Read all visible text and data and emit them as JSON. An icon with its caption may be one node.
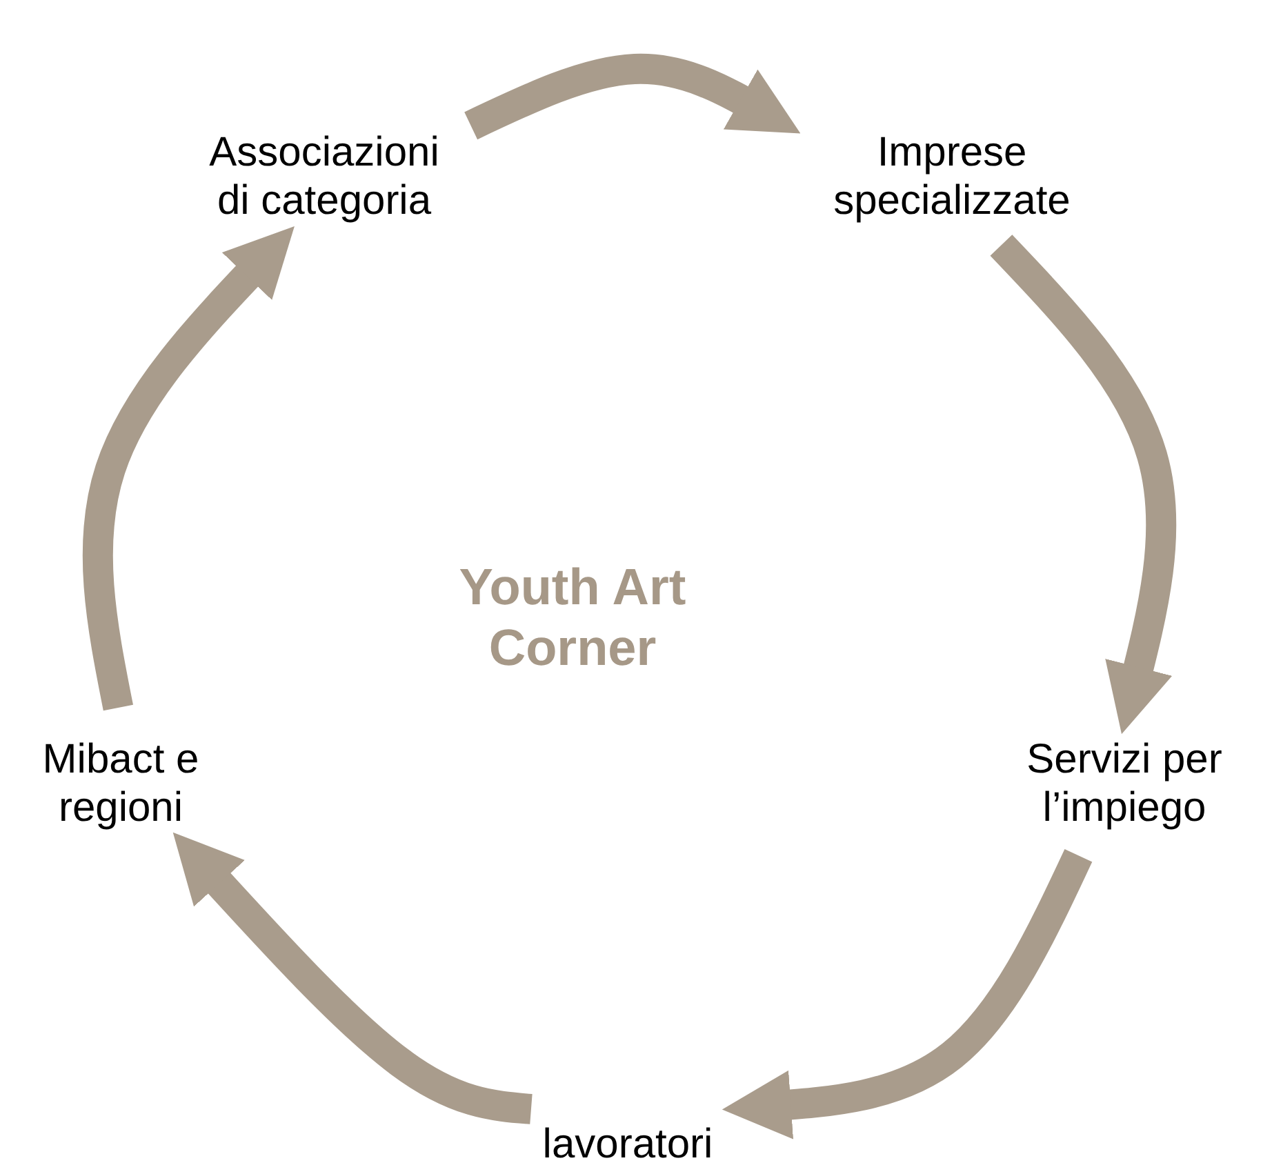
{
  "diagram": {
    "nodes": [
      {
        "text": [
          "Associazioni di categoria"
        ]
      },
      {
        "text": [
          "Imprese specializzate"
        ]
      },
      {
        "text": [
          "Servizi per l’impiego"
        ]
      },
      {
        "text": [
          "lavoratori"
        ]
      },
      {
        "text": [
          "Mibact e regioni"
        ]
      },
      {
        "text": [
          "Youth Art Corner"
        ]
      }
    ],
    "edges": [
      {
        "from": 0,
        "to": 1,
        "arrow": "to"
      },
      {
        "from": 1,
        "to": 2,
        "arrow": "to"
      },
      {
        "from": 2,
        "to": 3,
        "arrow": "to"
      },
      {
        "from": 3,
        "to": 4,
        "arrow": "to"
      },
      {
        "from": 4,
        "to": 0,
        "arrow": "to"
      }
    ]
  }
}
